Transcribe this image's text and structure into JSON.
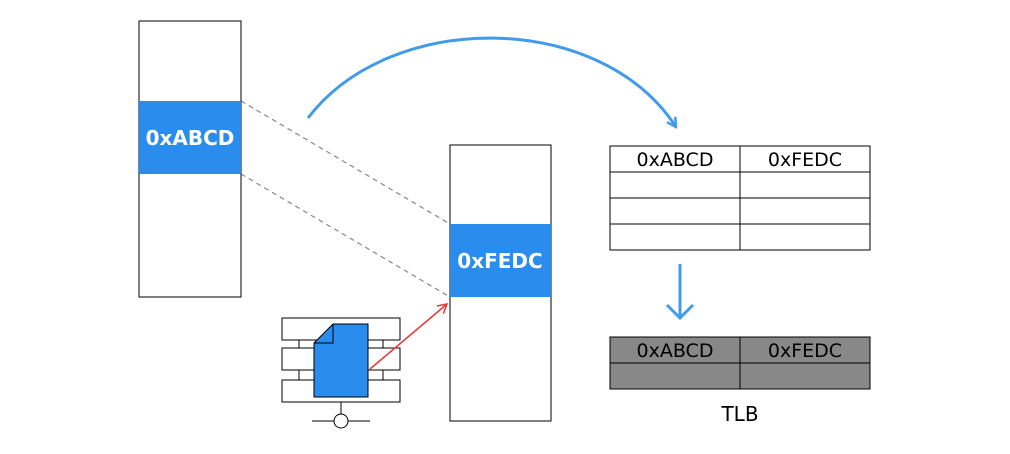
{
  "virtual_memory": {
    "block_label": "0xABCD"
  },
  "physical_memory": {
    "block_label": "0xFEDC"
  },
  "page_table": {
    "rows": [
      [
        "0xABCD",
        "0xFEDC"
      ],
      [
        "",
        ""
      ],
      [
        "",
        ""
      ],
      [
        "",
        ""
      ]
    ]
  },
  "tlb": {
    "caption": "TLB",
    "rows": [
      [
        "0xABCD",
        "0xFEDC"
      ],
      [
        "",
        ""
      ]
    ]
  },
  "colors": {
    "accent_blue": "#2a8ded",
    "arrow_blue": "#419be6",
    "red_arrow": "#e53935",
    "tlb_gray": "#888888",
    "dashed_gray": "#888888"
  },
  "icons": {
    "storage": "disk-stack-icon",
    "page": "document-icon"
  }
}
